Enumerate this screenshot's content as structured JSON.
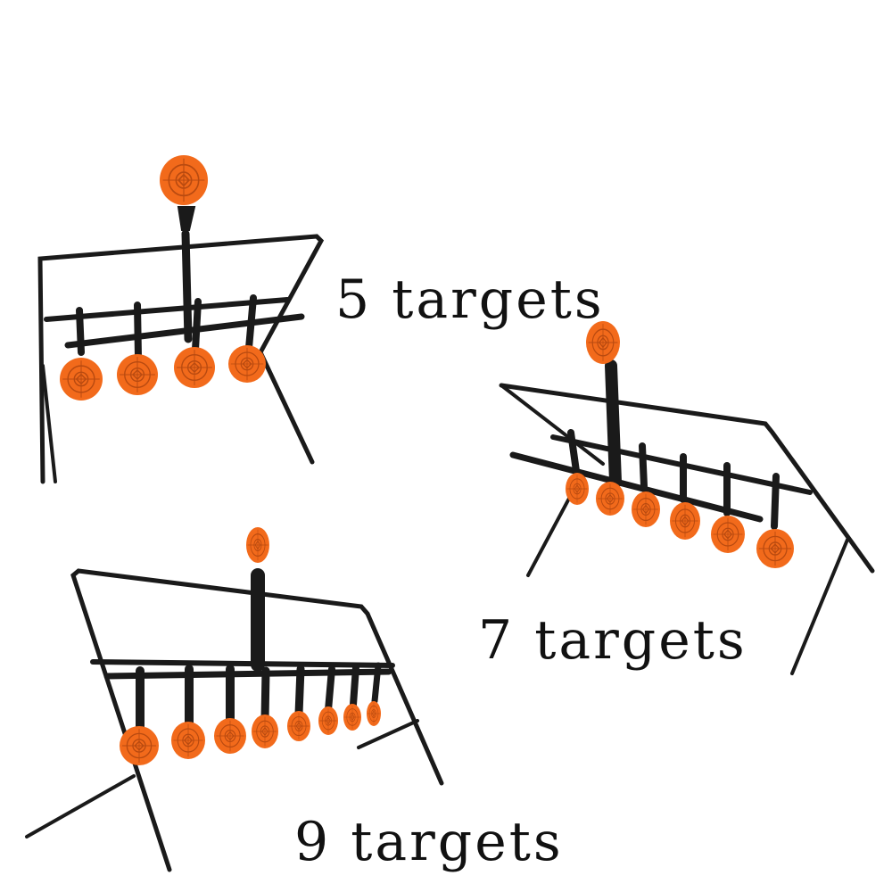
{
  "colors": {
    "background": "#ffffff",
    "frame": "#1a1a1a",
    "target_orange": "#f26a1b",
    "target_mark": "#b84a10",
    "caption_text": "#111111"
  },
  "products": [
    {
      "label": "5 targets",
      "target_count": 5
    },
    {
      "label": "7 targets",
      "target_count": 7
    },
    {
      "label": "9 targets",
      "target_count": 9
    }
  ]
}
